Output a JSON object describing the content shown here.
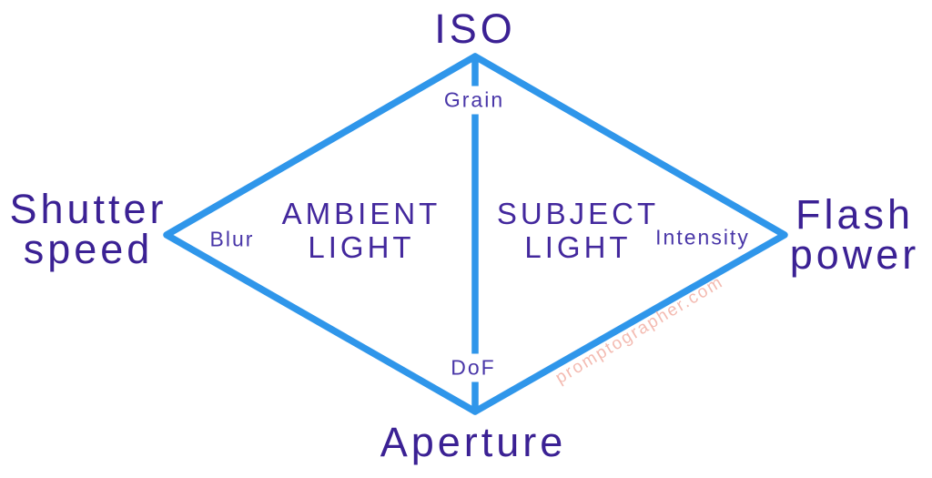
{
  "colors": {
    "background": "#ffffff",
    "line_blue": "#2f96ea",
    "corner_text": "#3b2194",
    "region_text": "#43289d",
    "small_label": "#4936a8",
    "watermark": "#f0a497"
  },
  "corners": {
    "top": "ISO",
    "left": [
      "Shutter",
      "speed"
    ],
    "right": [
      "Flash",
      "power"
    ],
    "bottom": "Aperture"
  },
  "regions": {
    "left": [
      "AMBIENT",
      "LIGHT"
    ],
    "right": [
      "SUBJECT",
      "LIGHT"
    ]
  },
  "effects": {
    "top": "Grain",
    "left": "Blur",
    "right": "Intensity",
    "bottom": "DoF"
  },
  "watermark": "promptographer.com"
}
